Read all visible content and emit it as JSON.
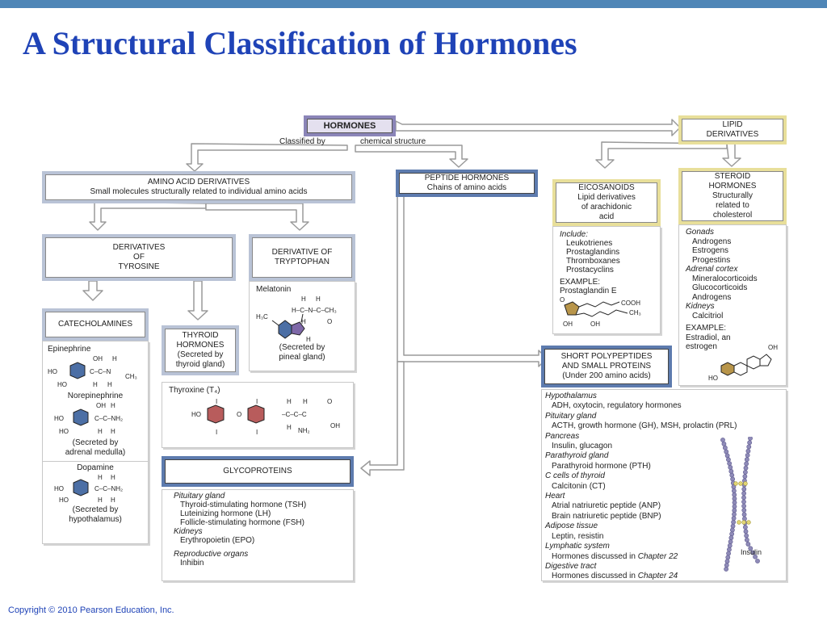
{
  "title": "A Structural Classification of Hormones",
  "copyright": "Copyright © 2010 Pearson Education, Inc.",
  "hormones": {
    "label": "HORMONES",
    "classified_by": "Classified by",
    "chemical_structure": "chemical structure"
  },
  "amino": {
    "line1": "AMINO ACID DERIVATIVES",
    "line2": "Small molecules structurally related to individual amino acids"
  },
  "peptide": {
    "line1": "PEPTIDE HORMONES",
    "line2": "Chains of amino acids"
  },
  "lipid": {
    "line1": "LIPID",
    "line2": "DERIVATIVES"
  },
  "tyrosine": {
    "line1": "DERIVATIVES",
    "line2": "OF",
    "line3": "TYROSINE"
  },
  "tryptophan": {
    "line1": "DERIVATIVE OF",
    "line2": "TRYPTOPHAN",
    "melatonin": "Melatonin",
    "secreted1": "(Secreted by",
    "secreted2": "pineal gland)"
  },
  "catecholamines": {
    "label": "CATECHOLAMINES",
    "epinephrine": "Epinephrine",
    "norepinephrine": "Norepinephrine",
    "norepi_sec1": "(Secreted by",
    "norepi_sec2": "adrenal medulla)",
    "dopamine": "Dopamine",
    "dopa_sec1": "(Secreted by",
    "dopa_sec2": "hypothalamus)"
  },
  "thyroid": {
    "line1": "THYROID",
    "line2": "HORMONES",
    "line3": "(Secreted by",
    "line4": "thyroid gland)",
    "thyroxine": "Thyroxine (T₄)"
  },
  "glycoproteins": {
    "label": "GLYCOPROTEINS",
    "pituitary": "Pituitary gland",
    "tsh": "Thyroid-stimulating hormone (TSH)",
    "lh": "Luteinizing hormone (LH)",
    "fsh": "Follicle-stimulating hormone (FSH)",
    "kidneys": "Kidneys",
    "epo": "Erythropoietin (EPO)",
    "repro": "Reproductive organs",
    "inhibin": "Inhibin"
  },
  "eicosanoids": {
    "line1": "EICOSANOIDS",
    "line2": "Lipid derivatives",
    "line3": "of arachidonic",
    "line4": "acid",
    "include": "Include:",
    "items": [
      "Leukotrienes",
      "Prostaglandins",
      "Thromboxanes",
      "Prostacyclins"
    ],
    "example": "EXAMPLE:",
    "example_name": "Prostaglandin E"
  },
  "steroid": {
    "line1": "STEROID",
    "line2": "HORMONES",
    "line3": "Structurally",
    "line4": "related to",
    "line5": "cholesterol",
    "gonads": "Gonads",
    "gonad_items": [
      "Androgens",
      "Estrogens",
      "Progestins"
    ],
    "adrenal": "Adrenal cortex",
    "adrenal_items": [
      "Mineralocorticoids",
      "Glucocorticoids",
      "Androgens"
    ],
    "kidneys": "Kidneys",
    "kidney_items": [
      "Calcitriol"
    ],
    "example": "EXAMPLE:",
    "example_line1": "Estradiol, an",
    "example_line2": "estrogen"
  },
  "short_peptides": {
    "line1": "SHORT POLYPEPTIDES",
    "line2": "AND SMALL PROTEINS",
    "line3": "(Under 200 amino acids)",
    "sections": [
      {
        "source": "Hypothalamus",
        "items": [
          "ADH, oxytocin, regulatory hormones"
        ]
      },
      {
        "source": "Pituitary gland",
        "items": [
          "ACTH, growth hormone (GH), MSH, prolactin (PRL)"
        ]
      },
      {
        "source": "Pancreas",
        "items": [
          "Insulin, glucagon"
        ]
      },
      {
        "source": "Parathyroid gland",
        "items": [
          "Parathyroid hormone (PTH)"
        ]
      },
      {
        "source": "C cells of thyroid",
        "items": [
          "Calcitonin (CT)"
        ]
      },
      {
        "source": "Heart",
        "items": [
          "Atrial natriuretic peptide (ANP)",
          "Brain natriuretic peptide (BNP)"
        ]
      },
      {
        "source": "Adipose tissue",
        "items": [
          "Leptin, resistin"
        ]
      },
      {
        "source": "Lymphatic system",
        "items": [
          "Hormones discussed in ",
          "Chapter 22"
        ]
      },
      {
        "source": "Digestive tract",
        "items": [
          "Hormones discussed in ",
          "Chapter 24"
        ]
      }
    ],
    "insulin": "Insulin"
  },
  "chem": {
    "ho": "HO",
    "oh": "OH",
    "h": "H",
    "n": "N",
    "c": "C",
    "ch3": "CH₃",
    "nh2": "NH₂",
    "i": "I",
    "o": "O",
    "cooh": "COOH",
    "h3c": "H₃C"
  },
  "colors": {
    "title": "#1f43b7",
    "topbar": "#4f86b7",
    "arrow_fill": "#ffffff",
    "arrow_stroke": "#9a9a9a",
    "ring_blue": "#4c6fa5",
    "ring_purple": "#7e68a8",
    "ring_tan": "#b8954a",
    "bead": "#8f8bb8",
    "bead_link": "#e2d675"
  }
}
